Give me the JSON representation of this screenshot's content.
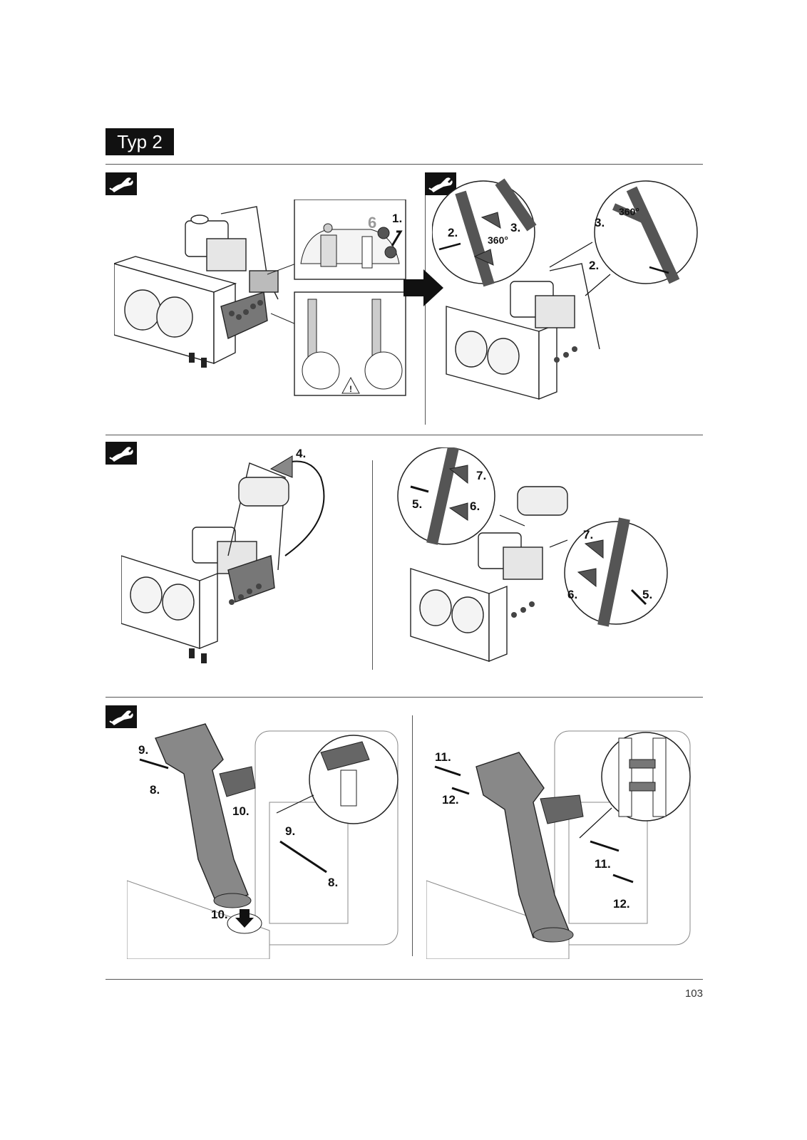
{
  "header": {
    "title": "Typ 2"
  },
  "icons": {
    "tool": "wrench-hand-icon"
  },
  "section1": {
    "left_labels": {
      "s1": "1.",
      "knob": "6"
    },
    "right_labels": {
      "s2a": "2.",
      "s3a": "3.",
      "deg_a": "360°",
      "s2b": "2.",
      "s3b": "3.",
      "deg_b": "360°"
    }
  },
  "section2": {
    "left_labels": {
      "s4": "4."
    },
    "right_labels": {
      "s5a": "5.",
      "s6a": "6.",
      "s7a": "7.",
      "s5b": "5.",
      "s6b": "6.",
      "s7b": "7."
    }
  },
  "section3": {
    "left_labels": {
      "s9a": "9.",
      "s8a": "8.",
      "s10a": "10.",
      "s9b": "9.",
      "s8b": "8.",
      "s10b": "10."
    },
    "right_labels": {
      "s11a": "11.",
      "s12a": "12.",
      "s11b": "11.",
      "s12b": "12."
    }
  },
  "footer": {
    "page_number": "103"
  }
}
